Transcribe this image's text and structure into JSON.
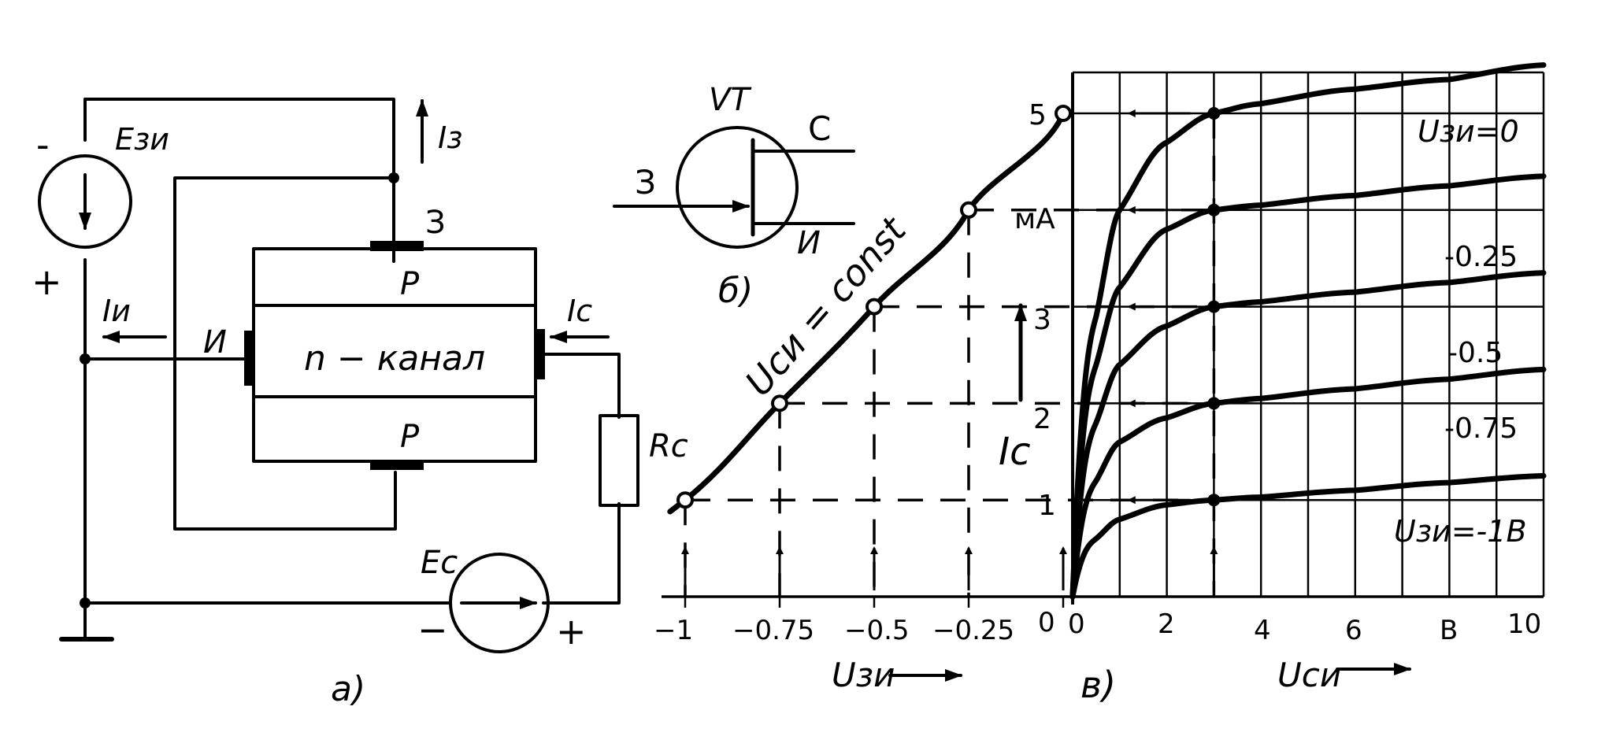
{
  "circuit_a": {
    "e_gate": "Eзи",
    "i_gate": "Iз",
    "gate": "З",
    "i_source": "Iи",
    "source": "И",
    "p_top": "P",
    "n_channel": "n − канал",
    "p_bottom": "P",
    "i_drain": "Iс",
    "r_drain": "Rс",
    "e_drain": "Eс",
    "minus_1": "-",
    "plus_1": "+",
    "minus_2": "−",
    "plus_2": "+",
    "caption": "а)"
  },
  "symbol_b": {
    "name": "VT",
    "drain": "С",
    "gate": "З",
    "source": "И",
    "caption": "б)"
  },
  "chart_c": {
    "caption": "в)",
    "curve_label": "Uси = const",
    "y_axis_label": "Iс",
    "y_unit": "мА",
    "x_left_label": "Uзи",
    "x_right_label": "Uси",
    "right_ticks": [
      "0",
      "2",
      "4",
      "6",
      "В",
      "10"
    ],
    "left_ticks": [
      "−1",
      "−0.75",
      "−0.5",
      "−0.25",
      "0"
    ],
    "y_ticks": [
      "1",
      "2",
      "3",
      "5"
    ],
    "series_labels": [
      "Uзи=0",
      "-0.25",
      "-0.5",
      "-0.75",
      "Uзи=-1В"
    ]
  },
  "chart_data": [
    {
      "type": "line",
      "title": "",
      "xlabel": "Uзи",
      "ylabel": "Iс",
      "x_unit": "В",
      "y_unit": "мА",
      "xlim": [
        -1,
        0
      ],
      "ylim": [
        0,
        5.5
      ],
      "x": [
        -1,
        -0.75,
        -0.5,
        -0.25,
        0
      ],
      "series": [
        {
          "name": "Uси = const",
          "values": [
            1,
            2,
            3,
            4,
            5
          ]
        }
      ]
    },
    {
      "type": "line",
      "title": "",
      "xlabel": "Uси",
      "ylabel": "Iс",
      "x_unit": "В",
      "y_unit": "мА",
      "xlim": [
        0,
        10
      ],
      "ylim": [
        0,
        5.5
      ],
      "x": [
        0,
        0.5,
        1,
        2,
        3,
        4,
        6,
        8,
        10
      ],
      "series": [
        {
          "name": "Uзи=0",
          "values": [
            0,
            2.9,
            4.0,
            4.7,
            5.0,
            5.1,
            5.25,
            5.35,
            5.5
          ]
        },
        {
          "name": "-0.25",
          "values": [
            0,
            2.4,
            3.2,
            3.8,
            4.0,
            4.05,
            4.15,
            4.25,
            4.35
          ]
        },
        {
          "name": "-0.5",
          "values": [
            0,
            1.8,
            2.4,
            2.8,
            3.0,
            3.05,
            3.15,
            3.25,
            3.35
          ]
        },
        {
          "name": "-0.75",
          "values": [
            0,
            1.2,
            1.6,
            1.85,
            2.0,
            2.05,
            2.15,
            2.25,
            2.35
          ]
        },
        {
          "name": "Uзи=-1В",
          "values": [
            0,
            0.6,
            0.8,
            0.95,
            1.0,
            1.03,
            1.1,
            1.18,
            1.25
          ]
        }
      ]
    }
  ]
}
